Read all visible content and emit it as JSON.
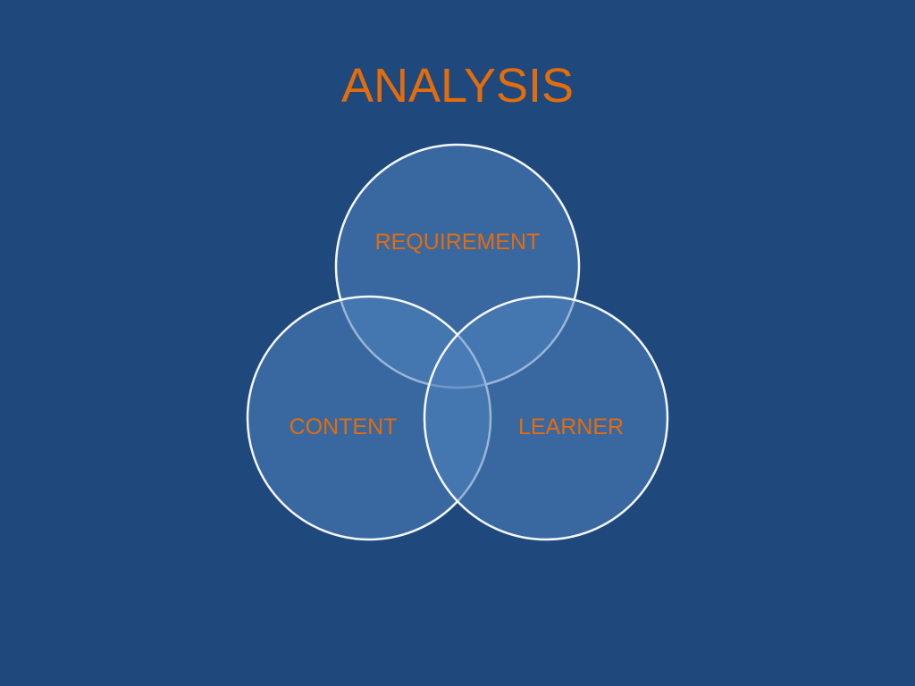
{
  "slide": {
    "title": "ANALYSIS"
  },
  "diagram": {
    "type": "venn",
    "sets": [
      {
        "label": "REQUIREMENT"
      },
      {
        "label": "CONTENT"
      },
      {
        "label": "LEARNER"
      }
    ]
  },
  "colors": {
    "background": "#1f497d",
    "accent": "#e46c0a",
    "circle_fill": "#4f81bd",
    "circle_stroke": "#ffffff"
  }
}
